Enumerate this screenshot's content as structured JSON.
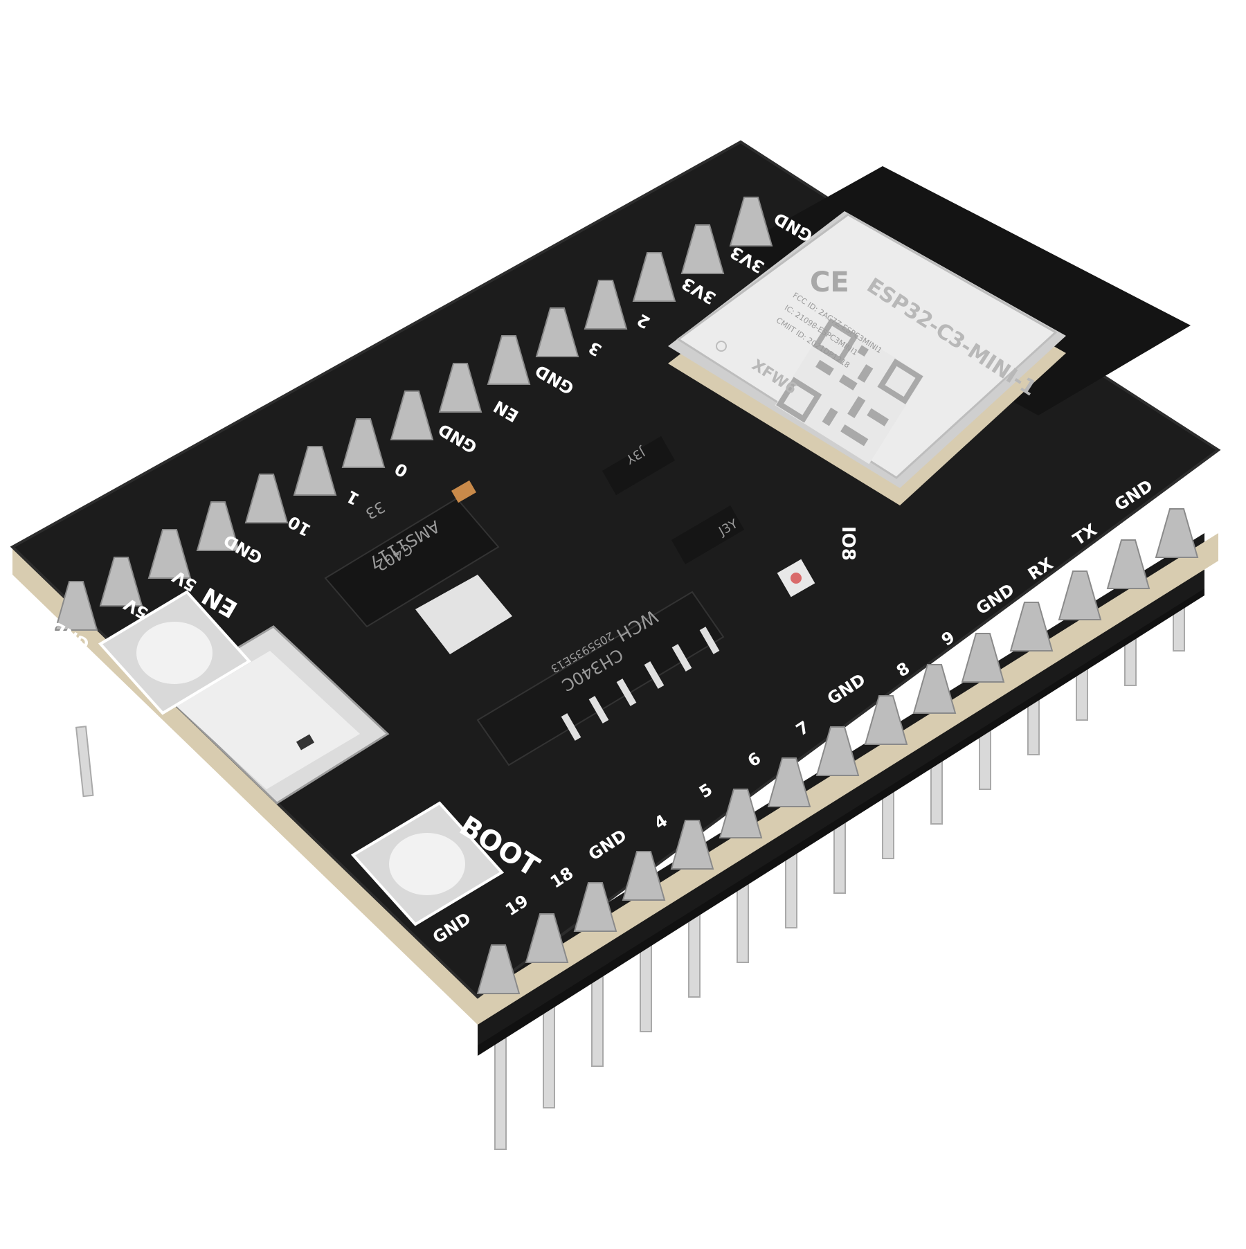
{
  "product": {
    "board": "ESP32-C3 development board",
    "colors": {
      "pcb": "#1c1c1c",
      "pcb_edge": "#d8ccb0",
      "silkscreen": "#ffffff",
      "pin": "#b9b9b9",
      "module_shield": "#ececec",
      "background": "#ffffff"
    }
  },
  "module": {
    "name": "ESP32-C3-MINI-1",
    "marking": "XFW6",
    "ce_mark": "CE",
    "fcc_line1": "FCC ID: 2AC7Z-ESPC3MINI1",
    "fcc_line2": "IC: 21098-ESPC3MINI1",
    "fcc_line3": "CMIIT ID: 2021DP1218"
  },
  "chips": {
    "regulator_line1": "33",
    "regulator_line2": "AMS1117",
    "regulator_line3": "C402",
    "usb_uart_brand": "WCH",
    "usb_uart_line1": "CH340C",
    "usb_uart_line2": "2055935E13",
    "transistor1": "J3Y",
    "transistor2": "J3Y"
  },
  "buttons": {
    "en": "EN",
    "boot": "BOOT"
  },
  "led_label": "IO8",
  "pins": {
    "top_row": [
      "GND",
      "5V",
      "5V",
      "GND",
      "10",
      "1",
      "0",
      "GND",
      "EN",
      "GND",
      "3",
      "2",
      "3V3",
      "3V3",
      "GND"
    ],
    "bottom_row": [
      "GND",
      "19",
      "18",
      "GND",
      "4",
      "5",
      "6",
      "7",
      "GND",
      "8",
      "9",
      "GND",
      "RX",
      "TX",
      "GND"
    ]
  }
}
